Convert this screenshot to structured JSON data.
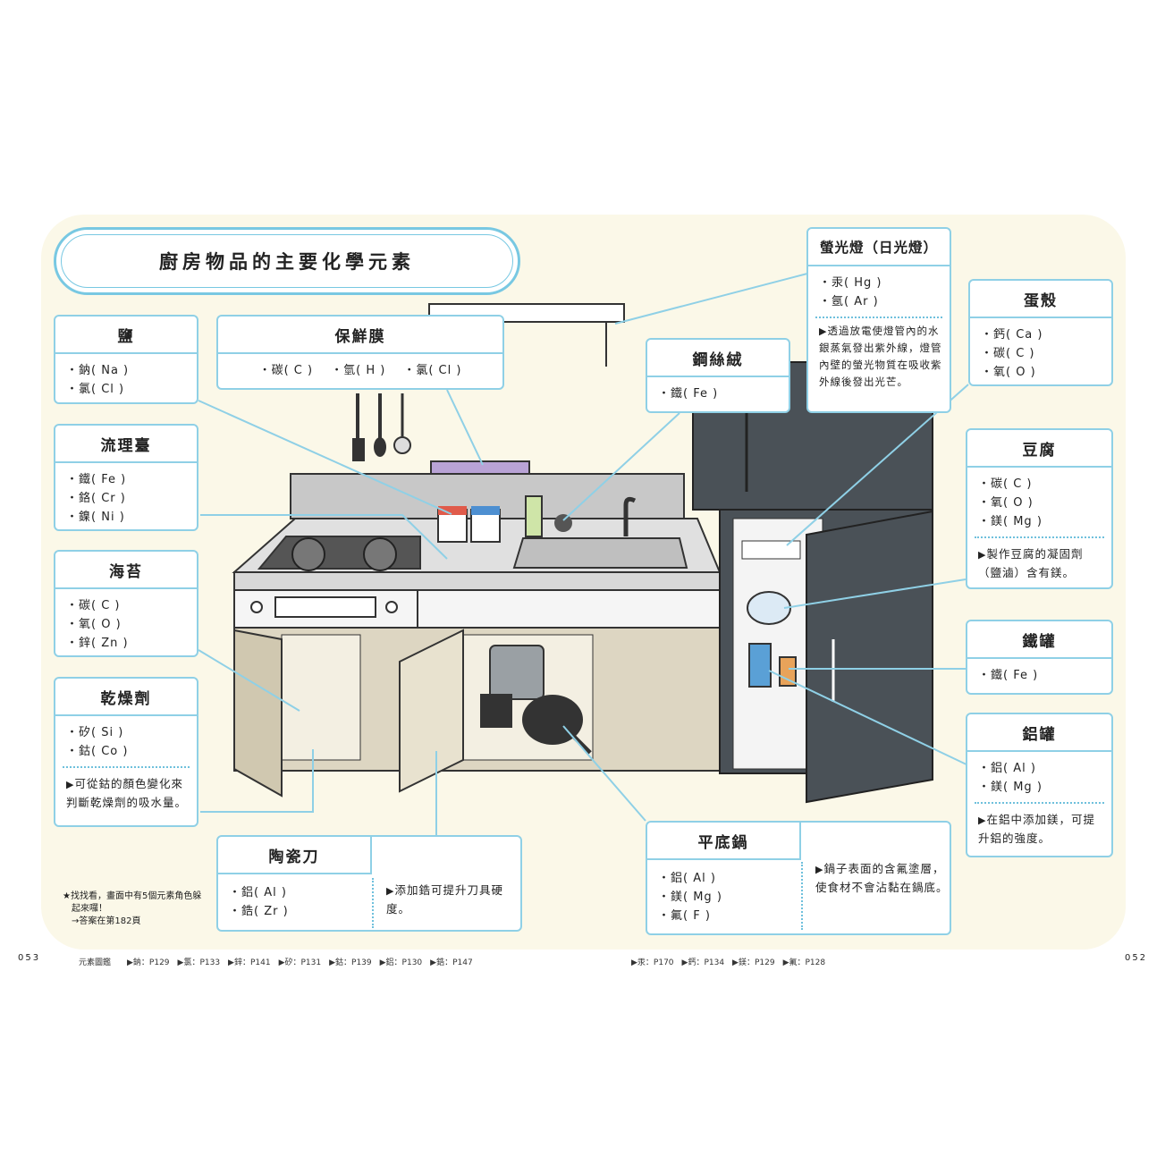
{
  "title": "廚房物品的主要化學元素",
  "cards": {
    "salt": {
      "name": "鹽",
      "elements": [
        "鈉( Na )",
        "氯( Cl )"
      ]
    },
    "wrap": {
      "name": "保鮮膜",
      "elements": [
        "碳( C )",
        "氫( H )",
        "氯( Cl )"
      ]
    },
    "sink": {
      "name": "流理臺",
      "elements": [
        "鐵( Fe )",
        "鉻( Cr )",
        "鎳( Ni )"
      ]
    },
    "seaweed": {
      "name": "海苔",
      "elements": [
        "碳( C )",
        "氧( O )",
        "鋅( Zn )"
      ]
    },
    "desiccant": {
      "name": "乾燥劑",
      "elements": [
        "矽( Si )",
        "鈷( Co )"
      ],
      "note": "可從鈷的顏色變化來判斷乾燥劑的吸水量。"
    },
    "knife": {
      "name": "陶瓷刀",
      "elements": [
        "鋁( Al )",
        "鋯( Zr )"
      ],
      "note": "添加鋯可提升刀具硬度。"
    },
    "wool": {
      "name": "鋼絲絨",
      "elements": [
        "鐵( Fe )"
      ]
    },
    "lamp": {
      "name": "螢光燈（日光燈）",
      "elements": [
        "汞( Hg )",
        "氬( Ar )"
      ],
      "note": "透過放電使燈管內的水銀蒸氣發出紫外線，燈管內壁的螢光物質在吸收紫外線後發出光芒。"
    },
    "egg": {
      "name": "蛋殼",
      "elements": [
        "鈣( Ca )",
        "碳( C )",
        "氧( O )"
      ]
    },
    "tofu": {
      "name": "豆腐",
      "elements": [
        "碳( C )",
        "氧( O )",
        "鎂( Mg )"
      ],
      "note": "製作豆腐的凝固劑（鹽滷）含有鎂。"
    },
    "steelcan": {
      "name": "鐵罐",
      "elements": [
        "鐵( Fe )"
      ]
    },
    "alcan": {
      "name": "鋁罐",
      "elements": [
        "鋁( Al )",
        "鎂( Mg )"
      ],
      "note": "在鋁中添加鎂，可提升鋁的強度。"
    },
    "pan": {
      "name": "平底鍋",
      "elements": [
        "鋁( Al )",
        "鎂( Mg )",
        "氟( F )"
      ],
      "note": "鍋子表面的含氟塗層，使食材不會沾黏在鍋底。"
    }
  },
  "hint": [
    "★找找看，畫面中有5個元素角色躲",
    "起來囉！",
    "→答案在第182頁"
  ],
  "page_left": "053",
  "page_right": "052",
  "footer_left": "元素圖鑑　　▶鈉：P129　▶氯：P133　▶鋅：P141　▶矽：P131　▶鈷：P139　▶鋁：P130　▶鋯：P147",
  "footer_right": "▶汞：P170　▶鈣：P134　▶鎂：P129　▶氟：P128",
  "colors": {
    "accent": "#8fd0e6",
    "panel": "#fbf8e8",
    "fridge": "#4a5157",
    "cabinet": "#ddd6c2"
  }
}
